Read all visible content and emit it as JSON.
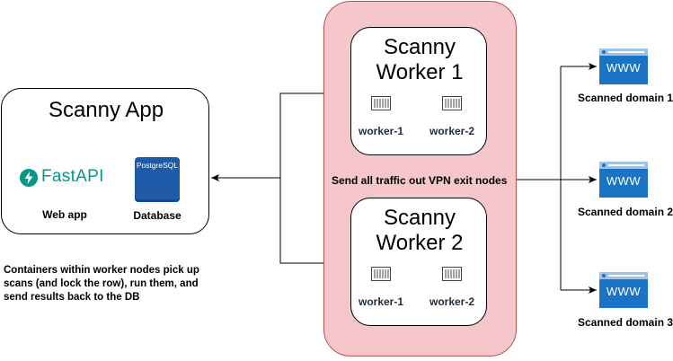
{
  "app": {
    "title": "Scanny App",
    "fastapi_label": "FastAPI",
    "postgres_label": "PostgreSQL",
    "web_app_label": "Web app",
    "database_label": "Database"
  },
  "workers": [
    {
      "title_line1": "Scanny",
      "title_line2": "Worker 1",
      "containers": [
        "worker-1",
        "worker-2"
      ]
    },
    {
      "title_line1": "Scanny",
      "title_line2": "Worker 2",
      "containers": [
        "worker-1",
        "worker-2"
      ]
    }
  ],
  "vpn_label": "Send all traffic out VPN exit nodes",
  "note_lines": [
    "Containers within worker nodes pick up",
    "scans (and lock the row), run them, and",
    "send results back to the DB"
  ],
  "domains": [
    {
      "label": "Scanned domain 1",
      "icon_text": "www"
    },
    {
      "label": "Scanned domain 2",
      "icon_text": "www"
    },
    {
      "label": "Scanned domain 3",
      "icon_text": "www"
    }
  ],
  "colors": {
    "vpn_zone_fill": "#f5c7cb",
    "vpn_zone_stroke": "#b85450",
    "fastapi_teal": "#059789",
    "postgres_blue": "#1e5aa8",
    "browser_blue": "#1a73c4"
  }
}
